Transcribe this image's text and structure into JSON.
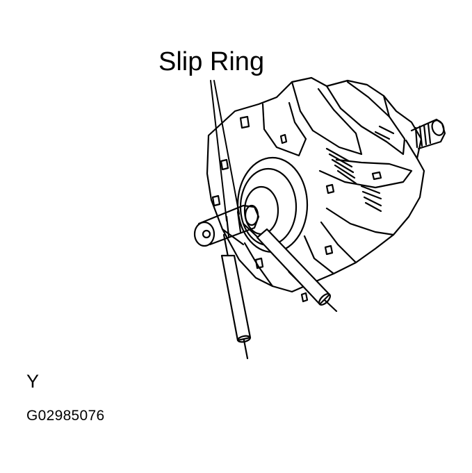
{
  "figure": {
    "callout_label": "Slip Ring",
    "view_letter": "Y",
    "figure_code": "G02985076"
  },
  "colors": {
    "ink": "#000000",
    "paper": "#ffffff"
  }
}
